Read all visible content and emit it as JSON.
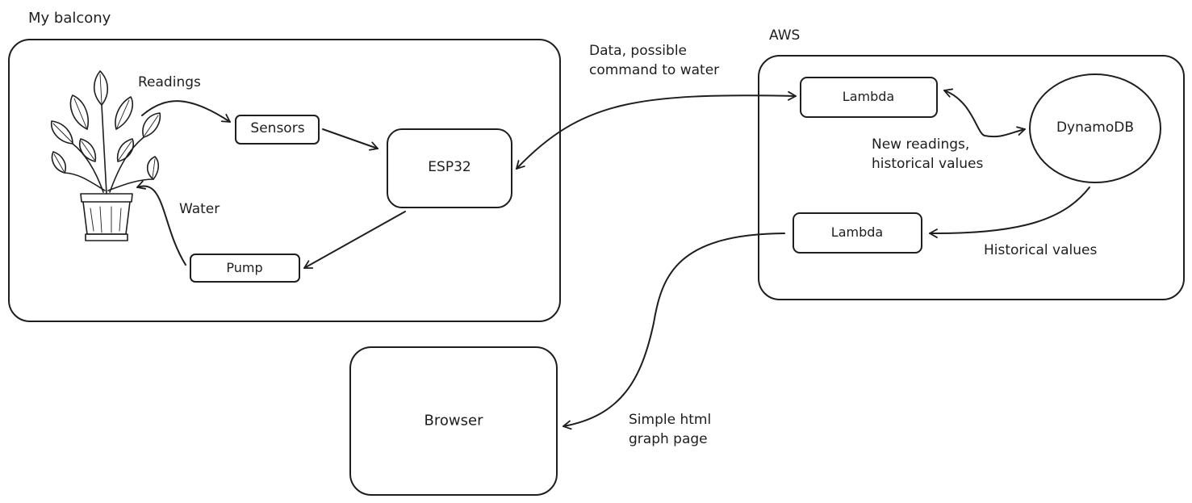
{
  "groups": {
    "balcony_title": "My balcony",
    "aws_title": "AWS"
  },
  "nodes": {
    "sensors": "Sensors",
    "esp32": "ESP32",
    "pump": "Pump",
    "lambda_top": "Lambda",
    "lambda_bottom": "Lambda",
    "dynamodb": "DynamoDB",
    "browser": "Browser"
  },
  "edges": {
    "readings": "Readings",
    "water": "Water",
    "data_command": "Data, possible\ncommand to water",
    "new_readings": "New readings,\nhistorical values",
    "historical": "Historical values",
    "html_page": "Simple html\ngraph page"
  },
  "icons": {
    "plant": "potted-plant-icon"
  },
  "colors": {
    "stroke": "#1e1e1e",
    "background": "#ffffff"
  }
}
